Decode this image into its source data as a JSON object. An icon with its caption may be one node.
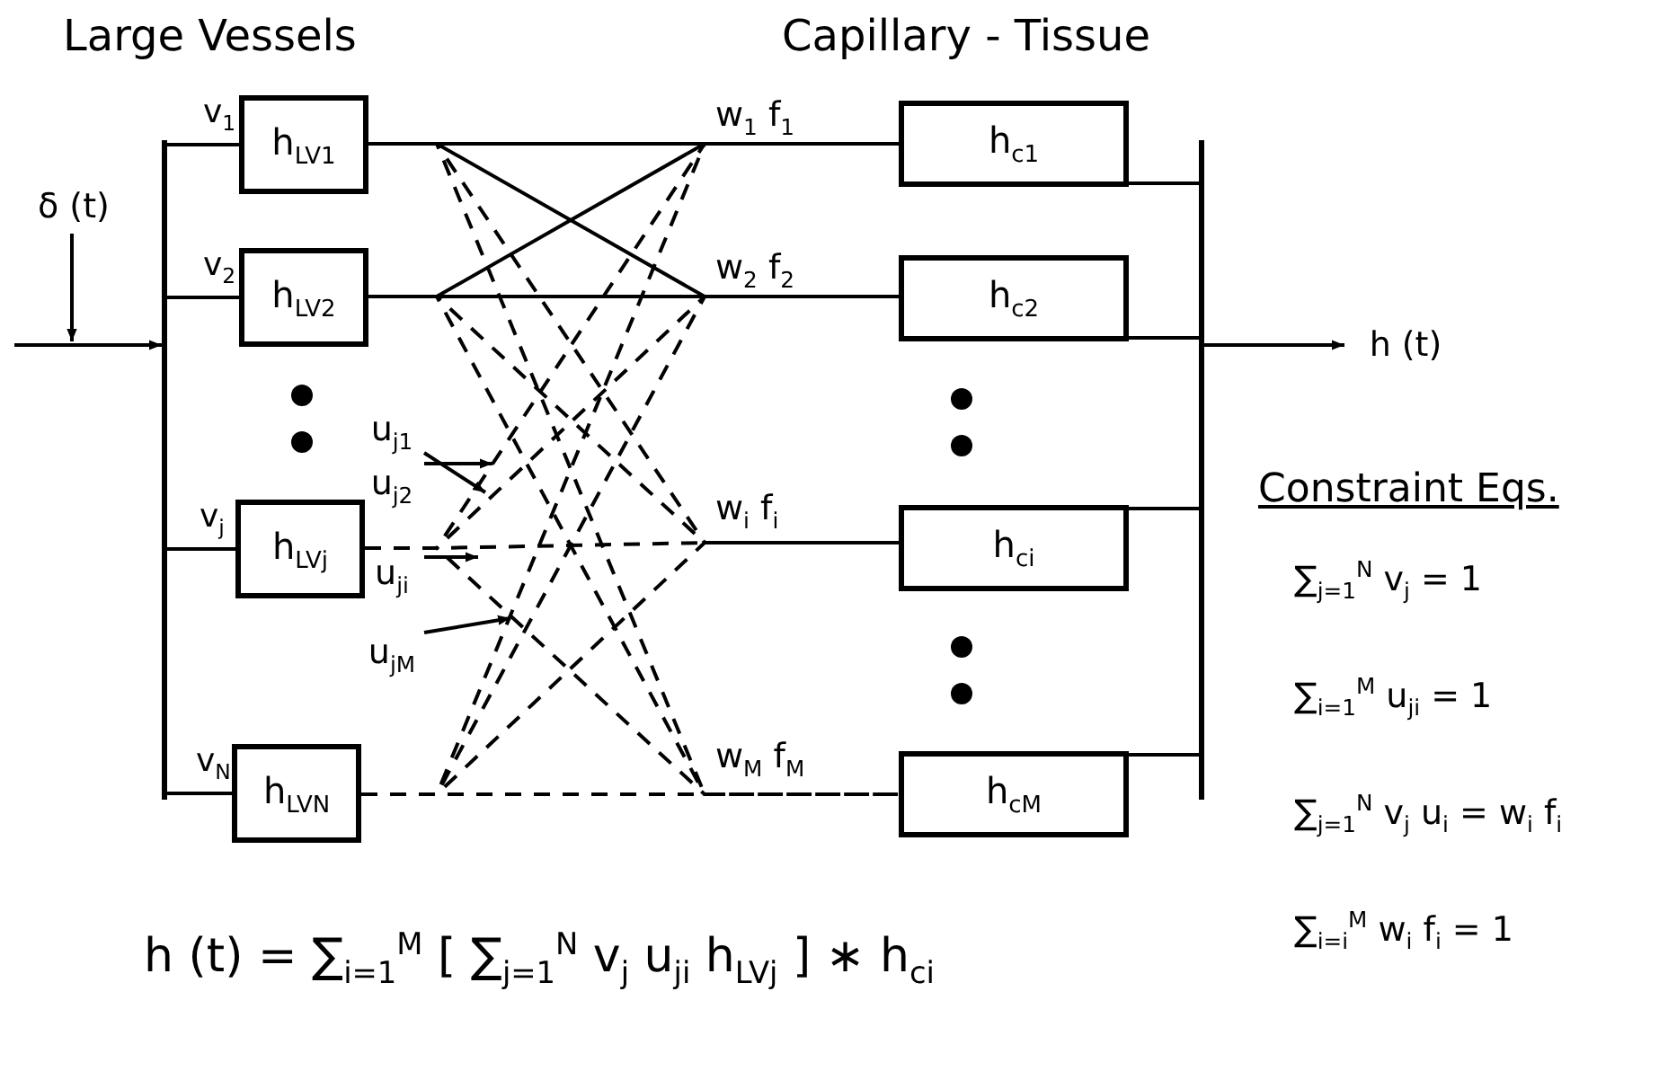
{
  "diagram": {
    "nodes": [
      {
        "text": [],
        "shape": "bar"
      },
      {
        "text": [
          "h$_{LV1}$"
        ],
        "beside": [
          "v$_{1}$"
        ]
      },
      {
        "text": [
          "h$_{LV2}$"
        ],
        "beside": [
          "v$_{2}$"
        ]
      },
      {
        "text": [
          "h$_{LVj}$"
        ],
        "beside": [
          "v$_{j}$"
        ]
      },
      {
        "text": [
          "h$_{LVN}$"
        ],
        "beside": [
          "v$_{N}$"
        ]
      },
      {
        "text": [
          "h$_{c1}$"
        ]
      },
      {
        "text": [
          "h$_{c2}$"
        ]
      },
      {
        "text": [
          "h$_{ci}$"
        ]
      },
      {
        "text": [
          "h$_{cM}$"
        ]
      },
      {
        "text": [],
        "shape": "bar"
      },
      {
        "text": [
          "δ (t)"
        ]
      },
      {
        "text": [
          "h (t)"
        ]
      },
      {
        "text": [
          "u$_{j1}$"
        ]
      },
      {
        "text": [
          "u$_{j2}$"
        ]
      },
      {
        "text": [
          "u$_{ji}$"
        ]
      },
      {
        "text": [
          "u$_{jM}$"
        ]
      }
    ],
    "edges": [
      {
        "from": null,
        "to": 0,
        "arrow": "to"
      },
      {
        "from": 10,
        "to": null,
        "arrow": "to"
      },
      {
        "from": 0,
        "to": 1,
        "arrow": "none"
      },
      {
        "from": 0,
        "to": 2,
        "arrow": "none"
      },
      {
        "from": 0,
        "to": 3,
        "arrow": "none"
      },
      {
        "from": 0,
        "to": 4,
        "arrow": "none"
      },
      {
        "from": 1,
        "to": 5,
        "arrow": "none"
      },
      {
        "from": 1,
        "to": 6,
        "arrow": "none"
      },
      {
        "from": 1,
        "to": 7,
        "arrow": "none",
        "style": "dashed"
      },
      {
        "from": 1,
        "to": 8,
        "arrow": "none",
        "style": "dashed"
      },
      {
        "from": 2,
        "to": 5,
        "arrow": "none"
      },
      {
        "from": 2,
        "to": 6,
        "arrow": "none"
      },
      {
        "from": 2,
        "to": 7,
        "arrow": "none",
        "style": "dashed"
      },
      {
        "from": 2,
        "to": 8,
        "arrow": "none",
        "style": "dashed"
      },
      {
        "from": 3,
        "to": 5,
        "arrow": "none",
        "style": "dashed"
      },
      {
        "from": 3,
        "to": 6,
        "arrow": "none",
        "style": "dashed"
      },
      {
        "from": 3,
        "to": 7,
        "arrow": "none",
        "style": "dashed"
      },
      {
        "from": 3,
        "to": 8,
        "arrow": "none",
        "style": "dashed"
      },
      {
        "from": 4,
        "to": 5,
        "arrow": "none",
        "style": "dashed"
      },
      {
        "from": 4,
        "to": 6,
        "arrow": "none",
        "style": "dashed"
      },
      {
        "from": 4,
        "to": 7,
        "arrow": "none",
        "style": "dashed"
      },
      {
        "from": 4,
        "to": 8,
        "arrow": "none",
        "style": "dashed"
      },
      {
        "from": 5,
        "to": 9,
        "arrow": "none"
      },
      {
        "from": 6,
        "to": 9,
        "arrow": "none"
      },
      {
        "from": 7,
        "to": 9,
        "arrow": "none"
      },
      {
        "from": 8,
        "to": 9,
        "arrow": "none"
      },
      {
        "from": 9,
        "to": 11,
        "arrow": "to"
      },
      {
        "from": 12,
        "to": null,
        "arrow": "to"
      },
      {
        "from": 13,
        "to": null,
        "arrow": "to"
      },
      {
        "from": 14,
        "to": null,
        "arrow": "to"
      },
      {
        "from": 15,
        "to": null,
        "arrow": "to"
      }
    ],
    "labels": [
      "Large Vessels",
      "Capillary - Tissue",
      "w$_{1}$ f$_{1}$",
      "w$_{2}$ f$_{2}$",
      "w$_{i}$ f$_{i}$",
      "w$_{M}$ f$_{M}$",
      "Constraint Eqs.",
      "∑$_{j=1}$$^{N}$ v$_{j}$ = 1",
      "∑$_{i=1}$$^{M}$ u$_{ji}$ = 1",
      "∑$_{j=1}$$^{N}$ v$_{j}$ u$_{i}$ = w$_{i}$ f$_{i}$",
      "∑$_{i=i}$$^{M}$ w$_{i}$ f$_{i}$ = 1",
      "h (t) = ∑$_{i=1}$$^{M}$ [ ∑$_{j=1}$$^{N}$ v$_{j}$ u$_{ji}$ h$_{LVj}$ ] ∗ h$_{ci}$"
    ]
  }
}
